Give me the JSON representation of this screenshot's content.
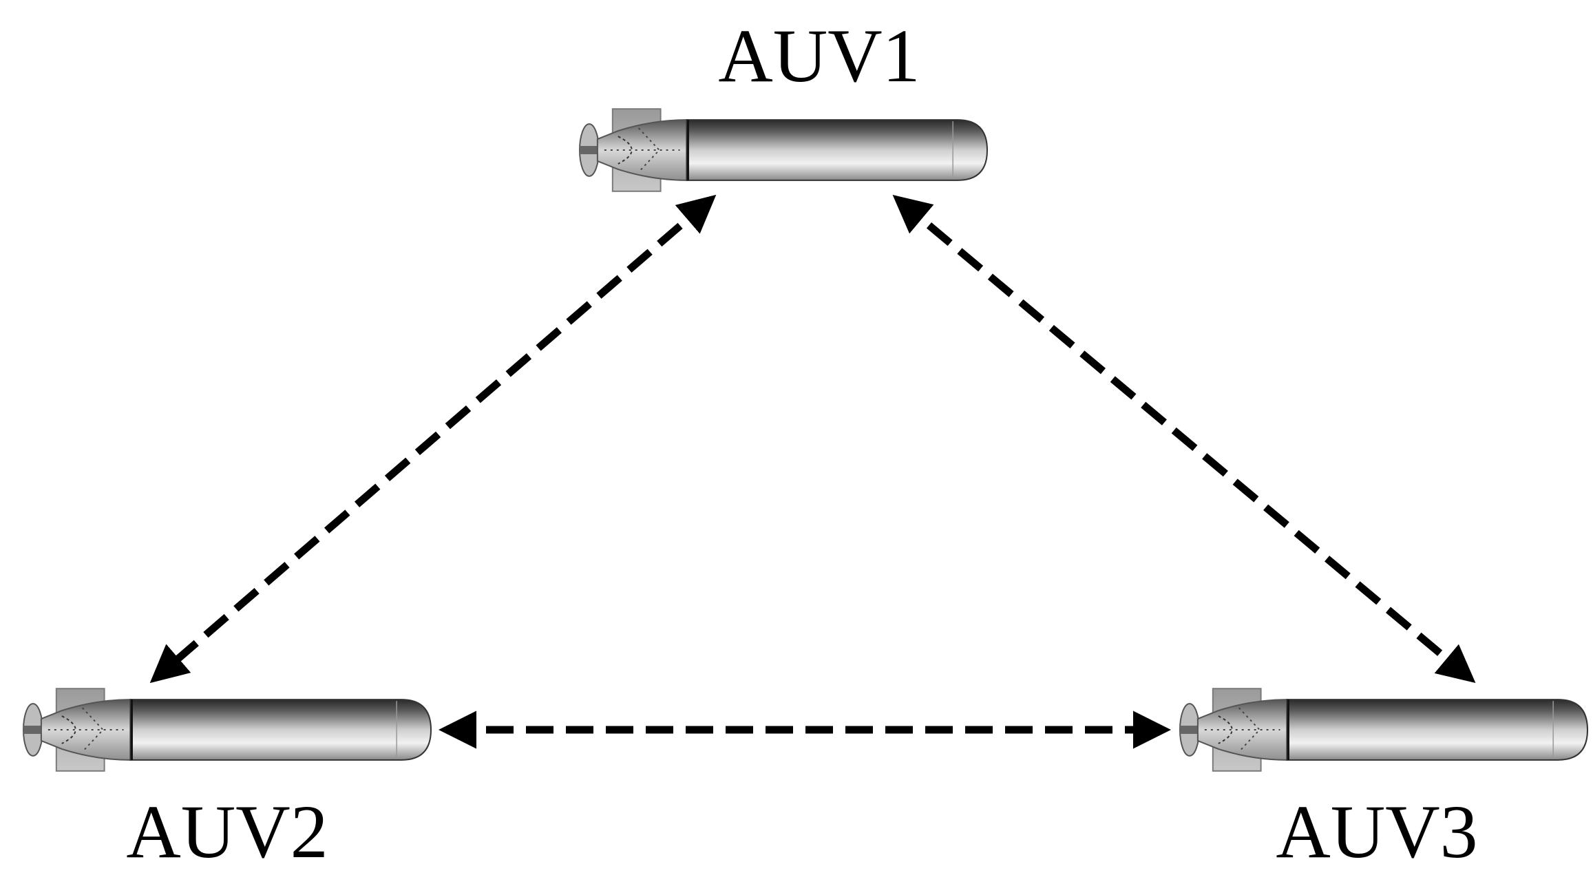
{
  "diagram": {
    "nodes": [
      {
        "id": "auv1",
        "label": "AUV1"
      },
      {
        "id": "auv2",
        "label": "AUV2"
      },
      {
        "id": "auv3",
        "label": "AUV3"
      }
    ],
    "edges": [
      {
        "from": "auv1",
        "to": "auv2",
        "style": "dashed",
        "direction": "bidirectional"
      },
      {
        "from": "auv1",
        "to": "auv3",
        "style": "dashed",
        "direction": "bidirectional"
      },
      {
        "from": "auv2",
        "to": "auv3",
        "style": "dashed",
        "direction": "bidirectional"
      }
    ],
    "colors": {
      "background": "#ffffff",
      "arrow": "#000000",
      "label": "#000000"
    }
  }
}
